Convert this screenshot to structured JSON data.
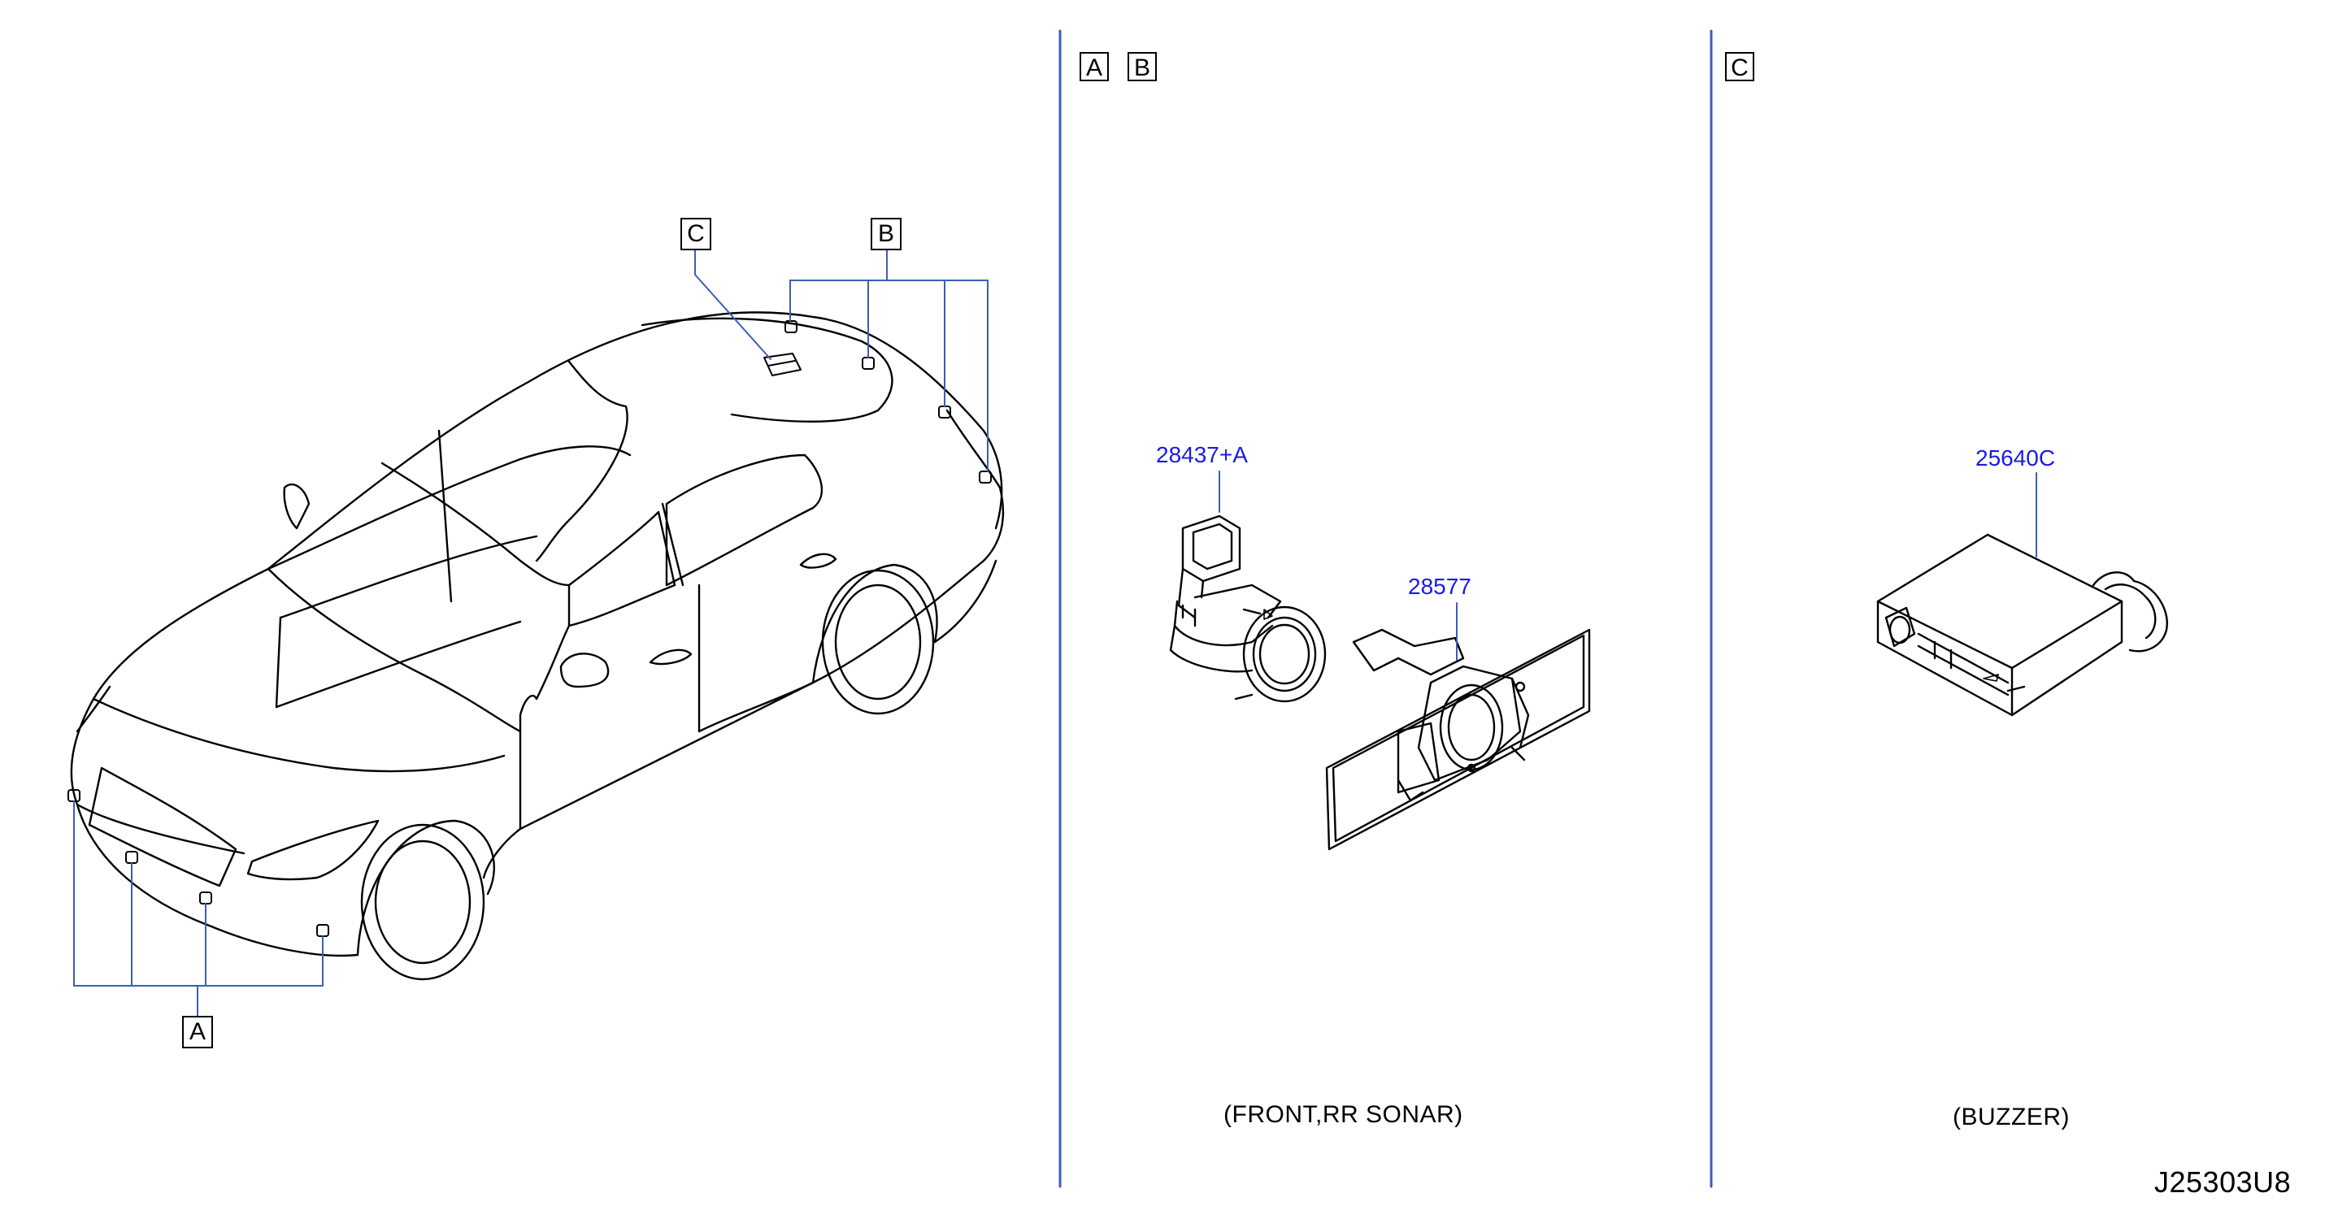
{
  "section_labels": {
    "a": "A",
    "b": "B",
    "c": "C"
  },
  "car_view": {
    "callouts": [
      "C",
      "B",
      "A"
    ]
  },
  "panel_ab": {
    "headers": [
      "A",
      "B"
    ],
    "part_sensor": "28437+A",
    "part_bracket": "28577",
    "caption": "(FRONT,RR   SONAR)"
  },
  "panel_c": {
    "header": "C",
    "part_buzzer": "25640C",
    "caption": "(BUZZER)"
  },
  "diagram_code": "J25303U8",
  "colors": {
    "divider": "#3a5fb4",
    "leader": "#3a5fb4",
    "part_number": "#1a1ae6",
    "ink": "#000000"
  }
}
